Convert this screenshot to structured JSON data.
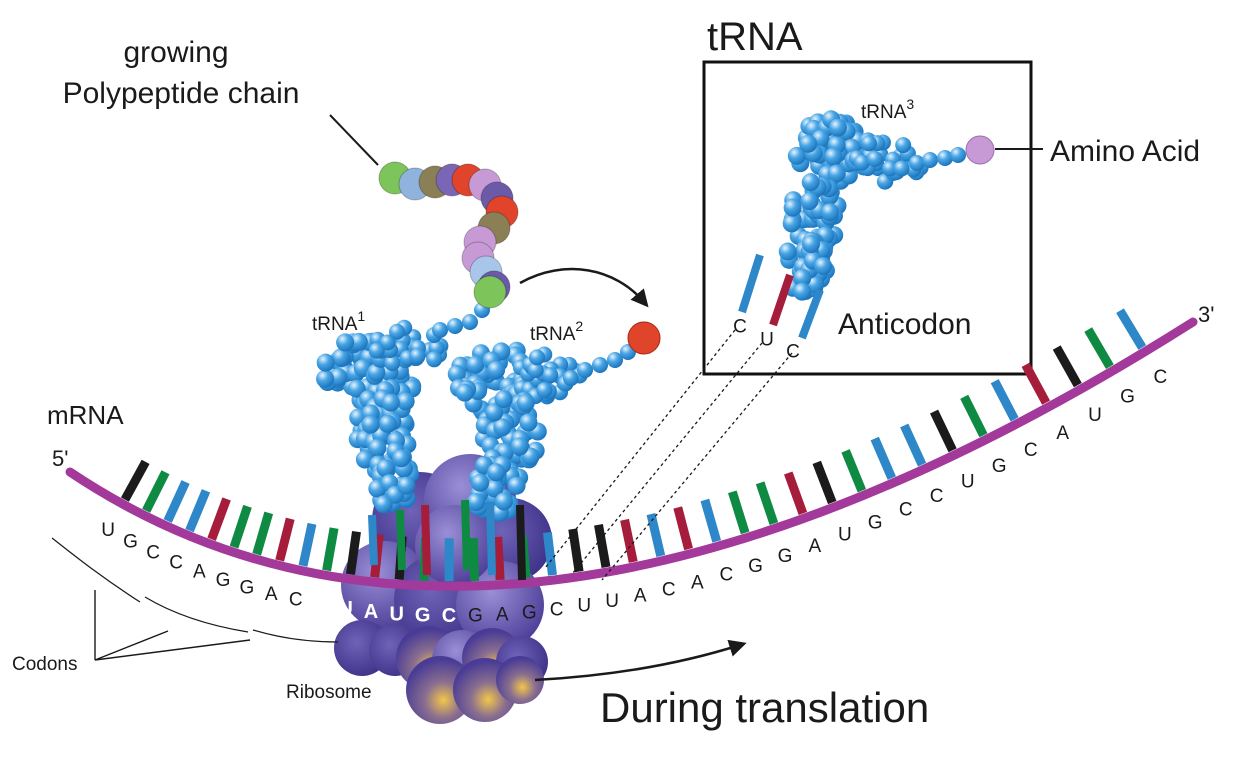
{
  "labels": {
    "polypeptide_line1": "growing",
    "polypeptide_line2": "Polypeptide chain",
    "trna_box_title": "tRNA",
    "trna3_name": "tRNA",
    "trna3_sup": "3",
    "trna1_name": "tRNA",
    "trna1_sup": "1",
    "trna2_name": "tRNA",
    "trna2_sup": "2",
    "amino_acid": "Amino Acid",
    "anticodon": "Anticodon",
    "anticodon_bases": [
      "C",
      "U",
      "C"
    ],
    "mrna": "mRNA",
    "five_prime": "5'",
    "three_prime": "3'",
    "codons": "Codons",
    "ribosome": "Ribosome",
    "during_translation": "During translation"
  },
  "mrna_bases_left": [
    "U",
    "G",
    "C",
    "C",
    "A",
    "G",
    "G",
    "A",
    "C"
  ],
  "ribosome_bases": [
    "G",
    "U",
    "A",
    "U",
    "G",
    "C"
  ],
  "mrna_bases_right": [
    "G",
    "A",
    "G",
    "C",
    "U",
    "U",
    "A",
    "C",
    "A",
    "C",
    "G",
    "G",
    "A",
    "U",
    "G",
    "C",
    "C",
    "U",
    "G",
    "C",
    "A",
    "U",
    "G",
    "C"
  ],
  "colors": {
    "backbone": "#a3399b",
    "A": "#a51d3b",
    "U": "#1b1b1b",
    "G": "#0f8a43",
    "C": "#2d87c8",
    "trna_blue": "#2a8fd3",
    "ribosome": "#4a3c96",
    "ribosome_glow": "#e8b93a",
    "amino_acid": "#c79ad6",
    "amino_red": "#e0442a"
  },
  "chain_bead_colors": [
    "#7dc45a",
    "#8fb3dd",
    "#8a7f55",
    "#7a66b5",
    "#e0442a",
    "#c79ad6",
    "#6a5aa8",
    "#e0442a",
    "#8a7f55",
    "#c79ad6",
    "#c79ad6",
    "#a8c6ea",
    "#6a5aa8",
    "#7dc45a"
  ]
}
